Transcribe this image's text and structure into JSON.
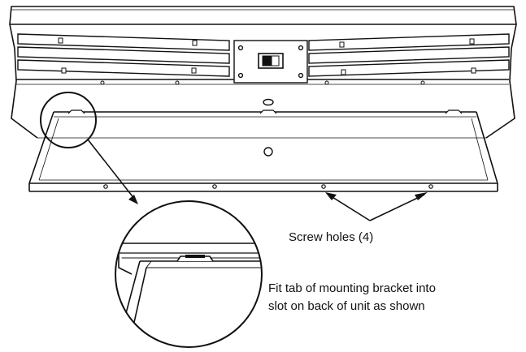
{
  "callouts": {
    "screw_holes": "Screw holes (4)",
    "fit_tab_line1": "Fit tab of mounting bracket into",
    "fit_tab_line2": "slot on back of unit as shown"
  }
}
